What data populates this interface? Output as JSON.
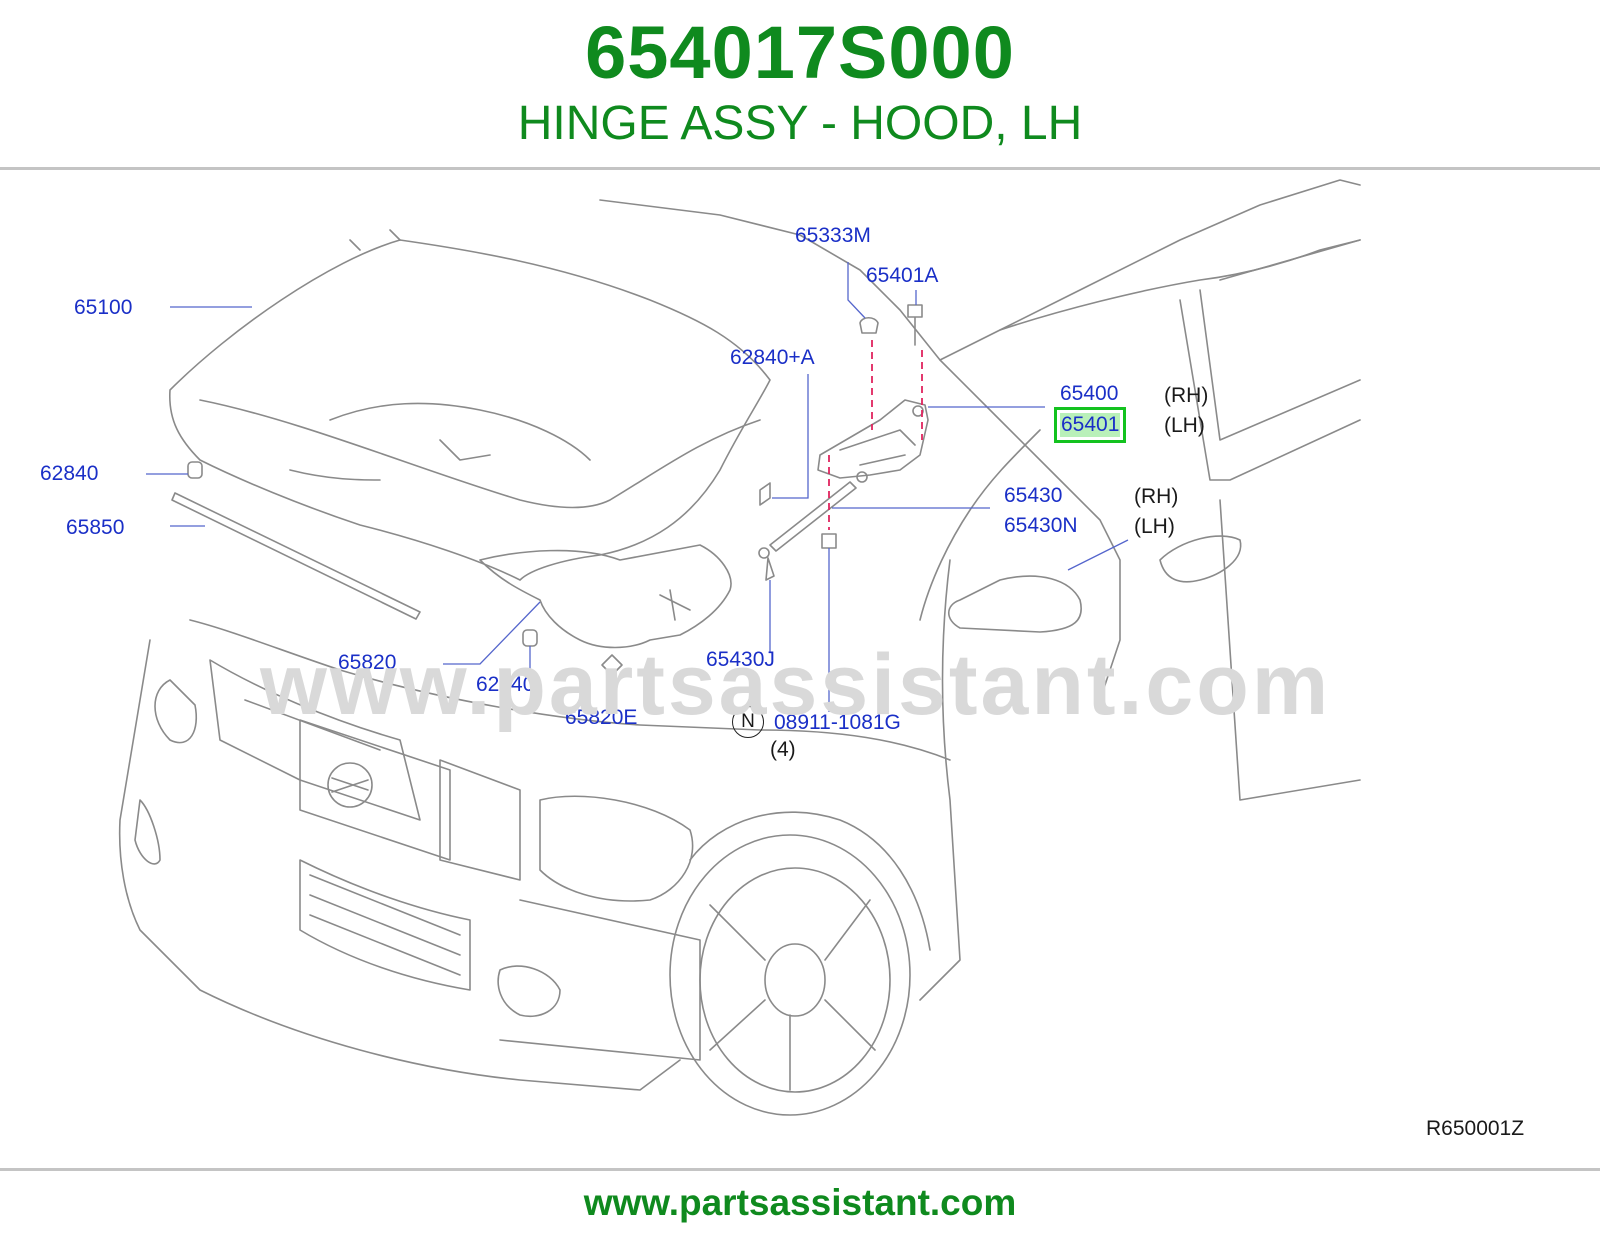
{
  "header": {
    "part_number": "654017S000",
    "description": "HINGE ASSY - HOOD, LH"
  },
  "callouts": [
    {
      "id": "65333M",
      "text": "65333M"
    },
    {
      "id": "65401A",
      "text": "65401A"
    },
    {
      "id": "65100",
      "text": "65100"
    },
    {
      "id": "62840+A",
      "text": "62840+A"
    },
    {
      "id": "65400",
      "text": "65400"
    },
    {
      "id": "65401",
      "text": "65401",
      "highlighted": true
    },
    {
      "id": "62840-left",
      "text": "62840"
    },
    {
      "id": "65850",
      "text": "65850"
    },
    {
      "id": "65430",
      "text": "65430"
    },
    {
      "id": "65430N",
      "text": "65430N"
    },
    {
      "id": "65820",
      "text": "65820"
    },
    {
      "id": "62840-bottom",
      "text": "62840"
    },
    {
      "id": "65430J",
      "text": "65430J"
    },
    {
      "id": "65820E",
      "text": "65820E"
    },
    {
      "id": "08911-1081G",
      "text": "08911-1081G"
    }
  ],
  "side_labels": {
    "rh": "(RH)",
    "lh": "(LH)"
  },
  "note": {
    "badge": "N",
    "quantity": "(4)"
  },
  "watermark": "www.partsassistant.com",
  "reference_code": "R650001Z",
  "footer": {
    "url": "www.partsassistant.com"
  },
  "colors": {
    "brand_green": "#0f8a1e",
    "callout_blue": "#1a2fc7",
    "highlight_fill": "#b9f0b9",
    "highlight_border": "#13c21f",
    "dashed_line": "#e0245e"
  }
}
